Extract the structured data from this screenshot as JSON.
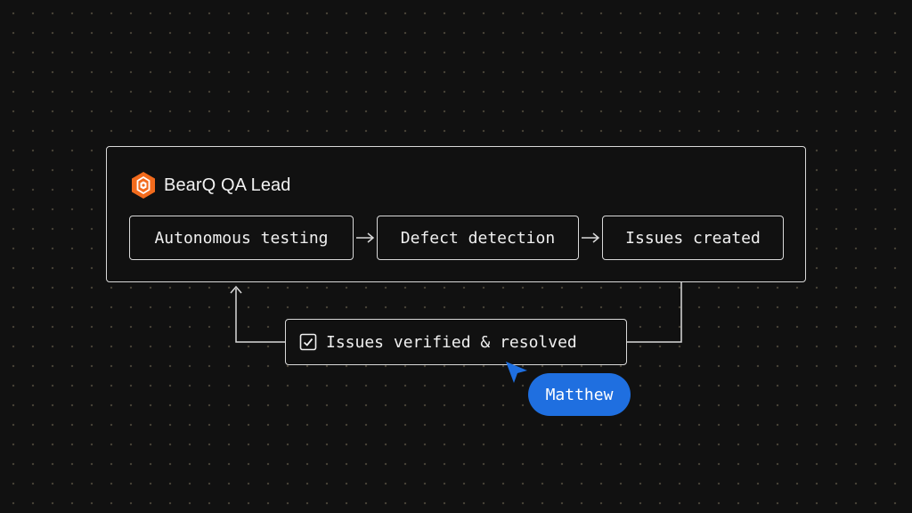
{
  "agent": {
    "name": "BearQ QA Lead",
    "logo_icon": "bear-hexagon-logo-icon",
    "logo_color": "#f26b1d"
  },
  "pipeline": {
    "steps": [
      {
        "label": "Autonomous testing"
      },
      {
        "label": "Defect detection"
      },
      {
        "label": "Issues created"
      }
    ],
    "arrow_icon": "arrow-right-icon"
  },
  "feedback": {
    "label": "Issues verified & resolved",
    "icon": "checkbox-checked-icon"
  },
  "collaborator": {
    "name": "Matthew",
    "color": "#1f6fe0",
    "cursor_icon": "pointer-cursor-icon"
  },
  "colors": {
    "background": "#111111",
    "border": "#d9d9d9",
    "text": "#f0f0f0",
    "grid_dot": "#4a4538"
  }
}
